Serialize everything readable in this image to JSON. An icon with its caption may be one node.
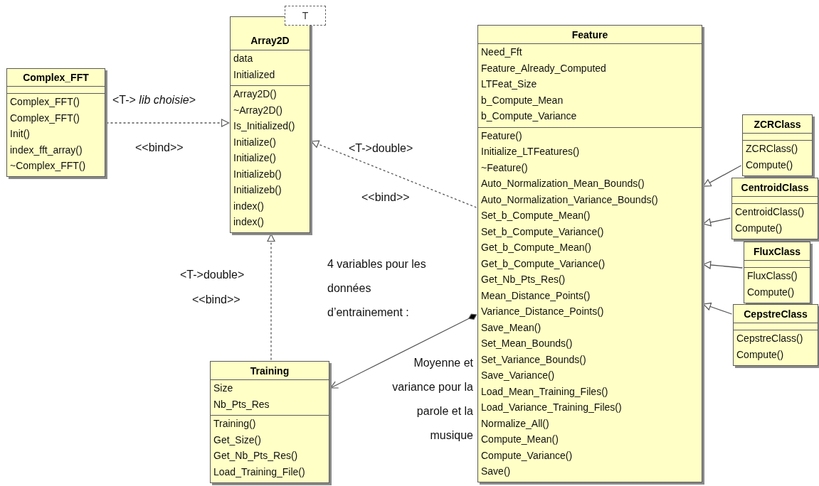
{
  "diagram": {
    "nodes": [
      {
        "text": [
          "Array2D"
        ]
      },
      {
        "text": [
          "data",
          "Initialized"
        ],
        "in": 0
      },
      {
        "text": [
          "Array2D()",
          "~Array2D()",
          "Is_Initialized()",
          "Initialize()",
          "Initialize()",
          "Initializeb()",
          "Initializeb()",
          "index()",
          "index()"
        ],
        "in": 0
      },
      {
        "text": [
          "T"
        ]
      },
      {
        "text": [
          "Complex_FFT"
        ]
      },
      {
        "text": [],
        "shape": "box",
        "in": 4
      },
      {
        "text": [
          "Complex_FFT()",
          "Complex_FFT()",
          "Init()",
          "index_fft_array()",
          "~Complex_FFT()"
        ],
        "in": 4
      },
      {
        "text": [
          "Feature"
        ]
      },
      {
        "text": [
          "Need_Fft",
          "Feature_Already_Computed",
          "LTFeat_Size",
          "b_Compute_Mean",
          "b_Compute_Variance"
        ],
        "in": 7
      },
      {
        "text": [
          "Feature()",
          "Initialize_LTFeatures()",
          "~Feature()",
          "Auto_Normalization_Mean_Bounds()",
          "Auto_Normalization_Variance_Bounds()",
          "Set_b_Compute_Mean()",
          "Set_b_Compute_Variance()",
          "Get_b_Compute_Mean()",
          "Get_b_Compute_Variance()",
          "Get_Nb_Pts_Res()",
          "Mean_Distance_Points()",
          "Variance_Distance_Points()",
          "Save_Mean()",
          "Set_Mean_Bounds()",
          "Set_Variance_Bounds()",
          "Save_Variance()",
          "Load_Mean_Training_Files()",
          "Load_Variance_Training_Files()",
          "Normalize_All()",
          "Compute_Mean()",
          "Compute_Variance()",
          "Save()"
        ],
        "in": 7
      },
      {
        "text": [
          "ZCRClass"
        ]
      },
      {
        "text": [],
        "shape": "box",
        "in": 10
      },
      {
        "text": [
          "ZCRClass()",
          "Compute()"
        ],
        "in": 10
      },
      {
        "text": [
          "CentroidClass"
        ]
      },
      {
        "text": [],
        "shape": "box",
        "in": 13
      },
      {
        "text": [
          "CentroidClass()",
          "Compute()"
        ],
        "in": 13
      },
      {
        "text": [
          "FluxClass"
        ]
      },
      {
        "text": [],
        "shape": "box",
        "in": 16
      },
      {
        "text": [
          "FluxClass()",
          "Compute()"
        ],
        "in": 16
      },
      {
        "text": [
          "CepstreClass"
        ]
      },
      {
        "text": [],
        "shape": "box",
        "in": 19
      },
      {
        "text": [
          "CepstreClass()",
          "Compute()"
        ],
        "in": 19
      },
      {
        "text": [
          "Training"
        ]
      },
      {
        "text": [
          "Size",
          "Nb_Pts_Res"
        ],
        "in": 22
      },
      {
        "text": [
          "Training()",
          "Get_Size()",
          "Get_Nb_Pts_Res()",
          "Load_Training_File()"
        ],
        "in": 22
      }
    ],
    "edges": [
      {
        "from": 4,
        "to": 0,
        "arrow": "to",
        "style": "dashed",
        "label": "<T-> *lib choisie*>"
      },
      {
        "from": 22,
        "to": 0,
        "arrow": "to",
        "style": "dashed",
        "label": "<T->double>"
      },
      {
        "from": 7,
        "to": 0,
        "arrow": "to",
        "style": "dashed",
        "label": "<T->double>"
      },
      {
        "from": 7,
        "to": 22,
        "arrow": "to",
        "label": "4 variables pour les données d’entrainement :"
      },
      {
        "from": 10,
        "to": 7,
        "arrow": "to"
      },
      {
        "from": 13,
        "to": 7,
        "arrow": "to"
      },
      {
        "from": 16,
        "to": 7,
        "arrow": "to"
      },
      {
        "from": 19,
        "to": 7,
        "arrow": "to"
      }
    ],
    "labels": [
      "<<bind>>",
      "<<bind>>",
      "<<bind>>",
      "Moyenne et variance pour la parole et la musique"
    ]
  }
}
